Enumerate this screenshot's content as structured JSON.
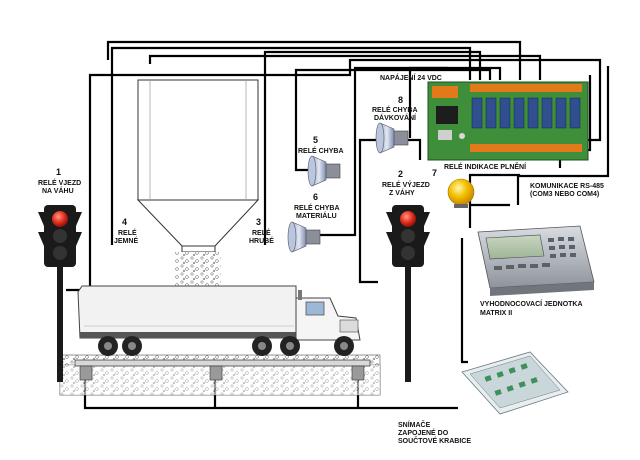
{
  "labels": {
    "l1_num": "1",
    "l1_a": "RELÉ VJEZD",
    "l1_b": "NA VÁHU",
    "l2_num": "2",
    "l2_a": "RELÉ VÝJEZD",
    "l2_b": "Z VÁHY",
    "l3_num": "3",
    "l3_a": "RELÉ",
    "l3_b": "HRUBÉ",
    "l4_num": "4",
    "l4_a": "RELÉ",
    "l4_b": "JEMNÉ",
    "l5_num": "5",
    "l5_a": "RELÉ CHYBA",
    "l6_num": "6",
    "l6_a": "RELÉ CHYBA",
    "l6_b": "MATERIÁLU",
    "l7_num": "7",
    "l7_a": "RELÉ INDIKACE PLNĚNÍ",
    "l8_num": "8",
    "l8_a": "RELÉ CHYBA",
    "l8_b": "DÁVKOVÁNÍ",
    "power": "NAPÁJENÍ 24 VDC",
    "comm_a": "KOMUNIKACE RS-485",
    "comm_b": "(COM3 NEBO COM4)",
    "unit_a": "VYHODNOCOVACÍ JEDNOTKA",
    "unit_b": "MATRIX II",
    "sens_a": "SNÍMAČE",
    "sens_b": "ZAPOJENÉ DO",
    "sens_c": "SOUČTOVÉ KRABICE"
  },
  "colors": {
    "wire": "#000000",
    "traffic_light_red": "#e8321e",
    "traffic_light_body": "#1a1a1a",
    "lamp_yellow": "#f4b400",
    "pcb_green": "#3f8f3a",
    "relay_blue": "#2f4f8f",
    "terminal_orange": "#e27a1c",
    "truck_white": "#f0f0f0",
    "ground": "#cfcfcf"
  }
}
